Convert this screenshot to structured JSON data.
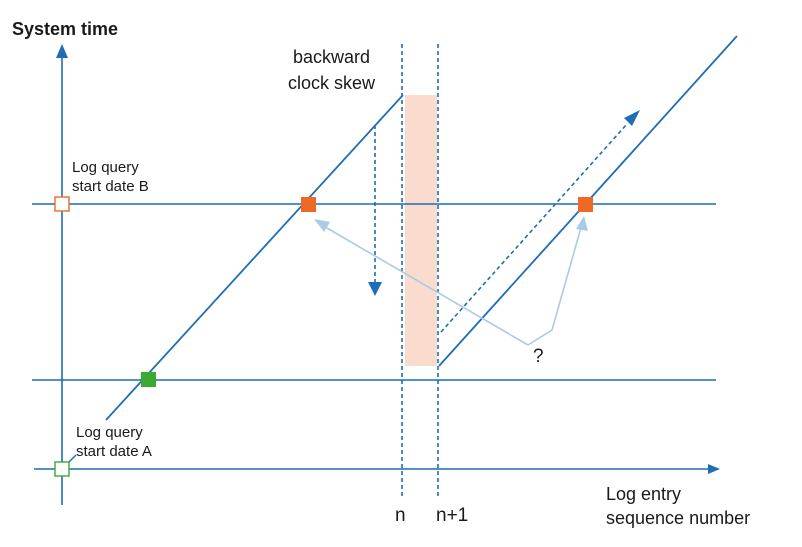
{
  "labels": {
    "y_axis_title": "System time",
    "x_axis_title_line1": "Log entry",
    "x_axis_title_line2": "sequence number",
    "skew_line1": "backward",
    "skew_line2": "clock skew",
    "start_b_line1": "Log query",
    "start_b_line2": "start date B",
    "start_a_line1": "Log query",
    "start_a_line2": "start date A",
    "tick_n": "n",
    "tick_n1": "n+1",
    "question": "?"
  },
  "colors": {
    "line": "#1f6db4",
    "skew_band": "#f9dccd",
    "marker_orange": "#ee6a24",
    "marker_green": "#3aaa35",
    "pointer": "#a9cbe6"
  }
}
